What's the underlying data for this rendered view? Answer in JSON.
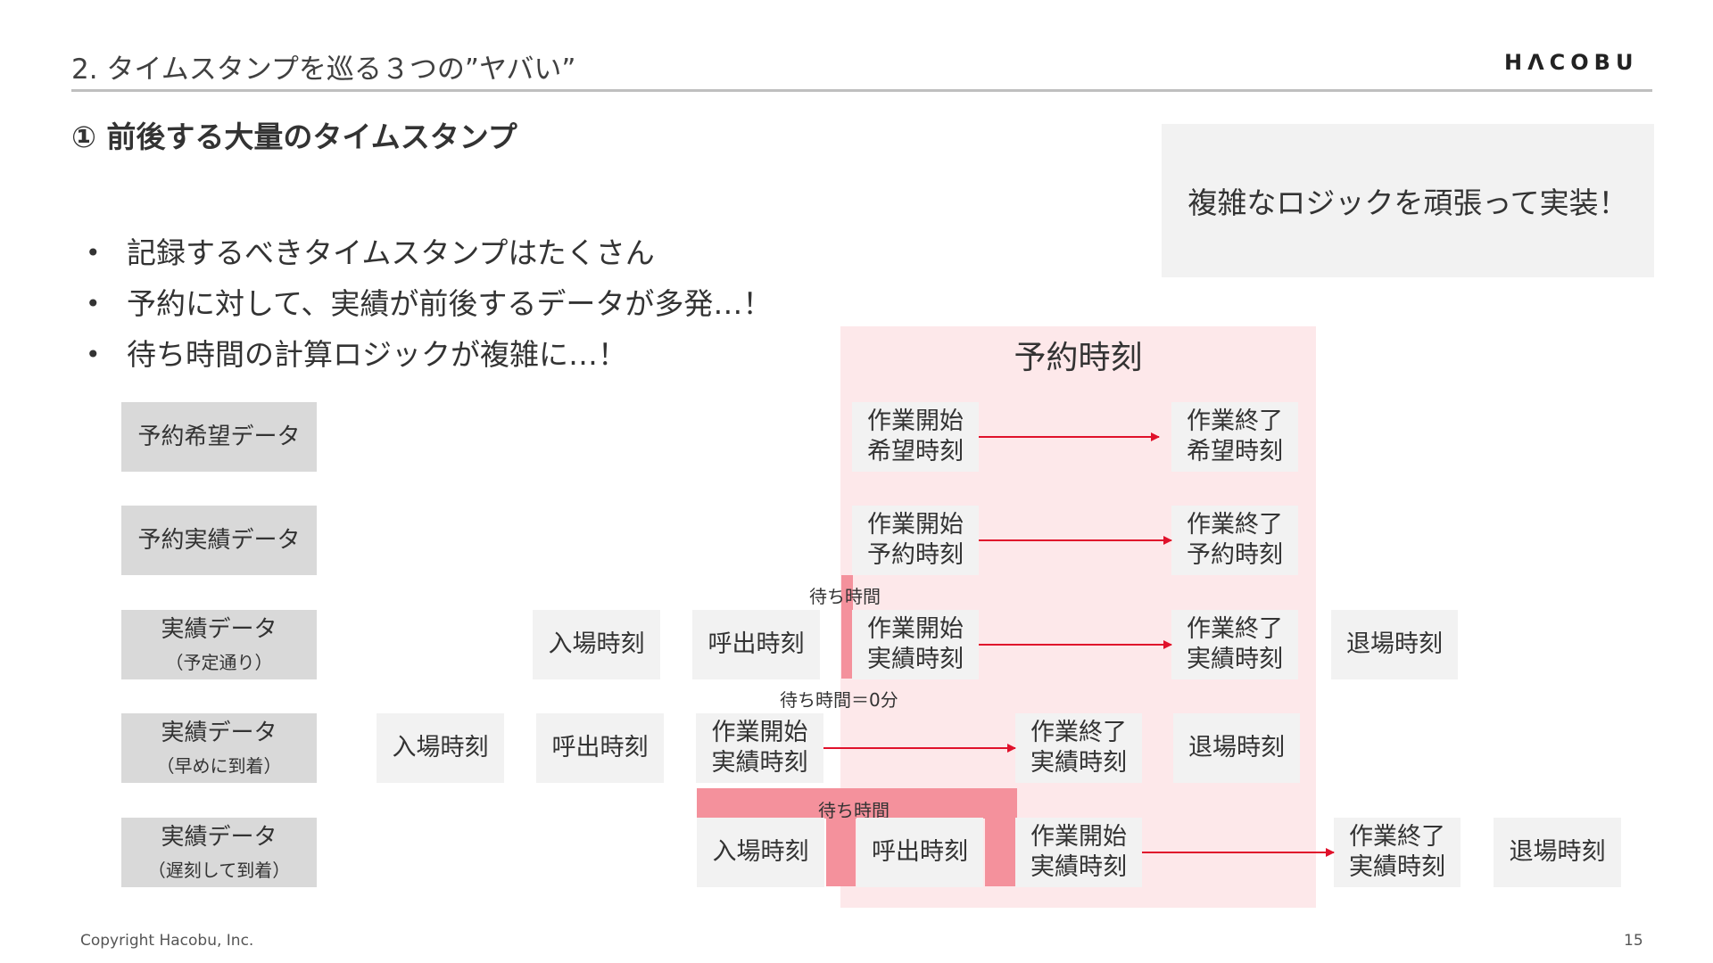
{
  "header": {
    "title": "2. タイムスタンプを巡る３つの”ヤバい”",
    "logo": "HΛCOBU"
  },
  "subtitle": "① 前後する大量のタイムスタンプ",
  "callout": "複雑なロジックを頑張って実装！",
  "bullets": [
    "記録するべきタイムスタンプはたくさん",
    "予約に対して、実績が前後するデータが多発…！",
    "待ち時間の計算ロジックが複雑に…！"
  ],
  "diagram": {
    "zone_title": "予約時刻",
    "rows": [
      {
        "label": "予約希望データ",
        "sub": ""
      },
      {
        "label": "予約実績データ",
        "sub": ""
      },
      {
        "label": "実績データ",
        "sub": "（予定通り）"
      },
      {
        "label": "実績データ",
        "sub": "（早めに到着）"
      },
      {
        "label": "実績データ",
        "sub": "（遅刻して到着）"
      }
    ],
    "boxes": {
      "r1_start": "作業開始\n希望時刻",
      "r1_end": "作業終了\n希望時刻",
      "r2_start": "作業開始\n予約時刻",
      "r2_end": "作業終了\n予約時刻",
      "r3_entry": "入場時刻",
      "r3_call": "呼出時刻",
      "r3_start": "作業開始\n実績時刻",
      "r3_end": "作業終了\n実績時刻",
      "r3_exit": "退場時刻",
      "r4_entry": "入場時刻",
      "r4_call": "呼出時刻",
      "r4_start": "作業開始\n実績時刻",
      "r4_end": "作業終了\n実績時刻",
      "r4_exit": "退場時刻",
      "r5_entry": "入場時刻",
      "r5_call": "呼出時刻",
      "r5_start": "作業開始\n実績時刻",
      "r5_end": "作業終了\n実績時刻",
      "r5_exit": "退場時刻"
    },
    "notes": {
      "wait_r3": "待ち時間",
      "wait_r4": "待ち時間＝0分",
      "wait_r5": "待ち時間"
    },
    "colors": {
      "zone": "#fde8ea",
      "wait_bar": "#f4919c",
      "arrow": "#e0112b"
    }
  },
  "footer": {
    "copyright": "Copyright Hacobu, Inc.",
    "page": "15"
  }
}
